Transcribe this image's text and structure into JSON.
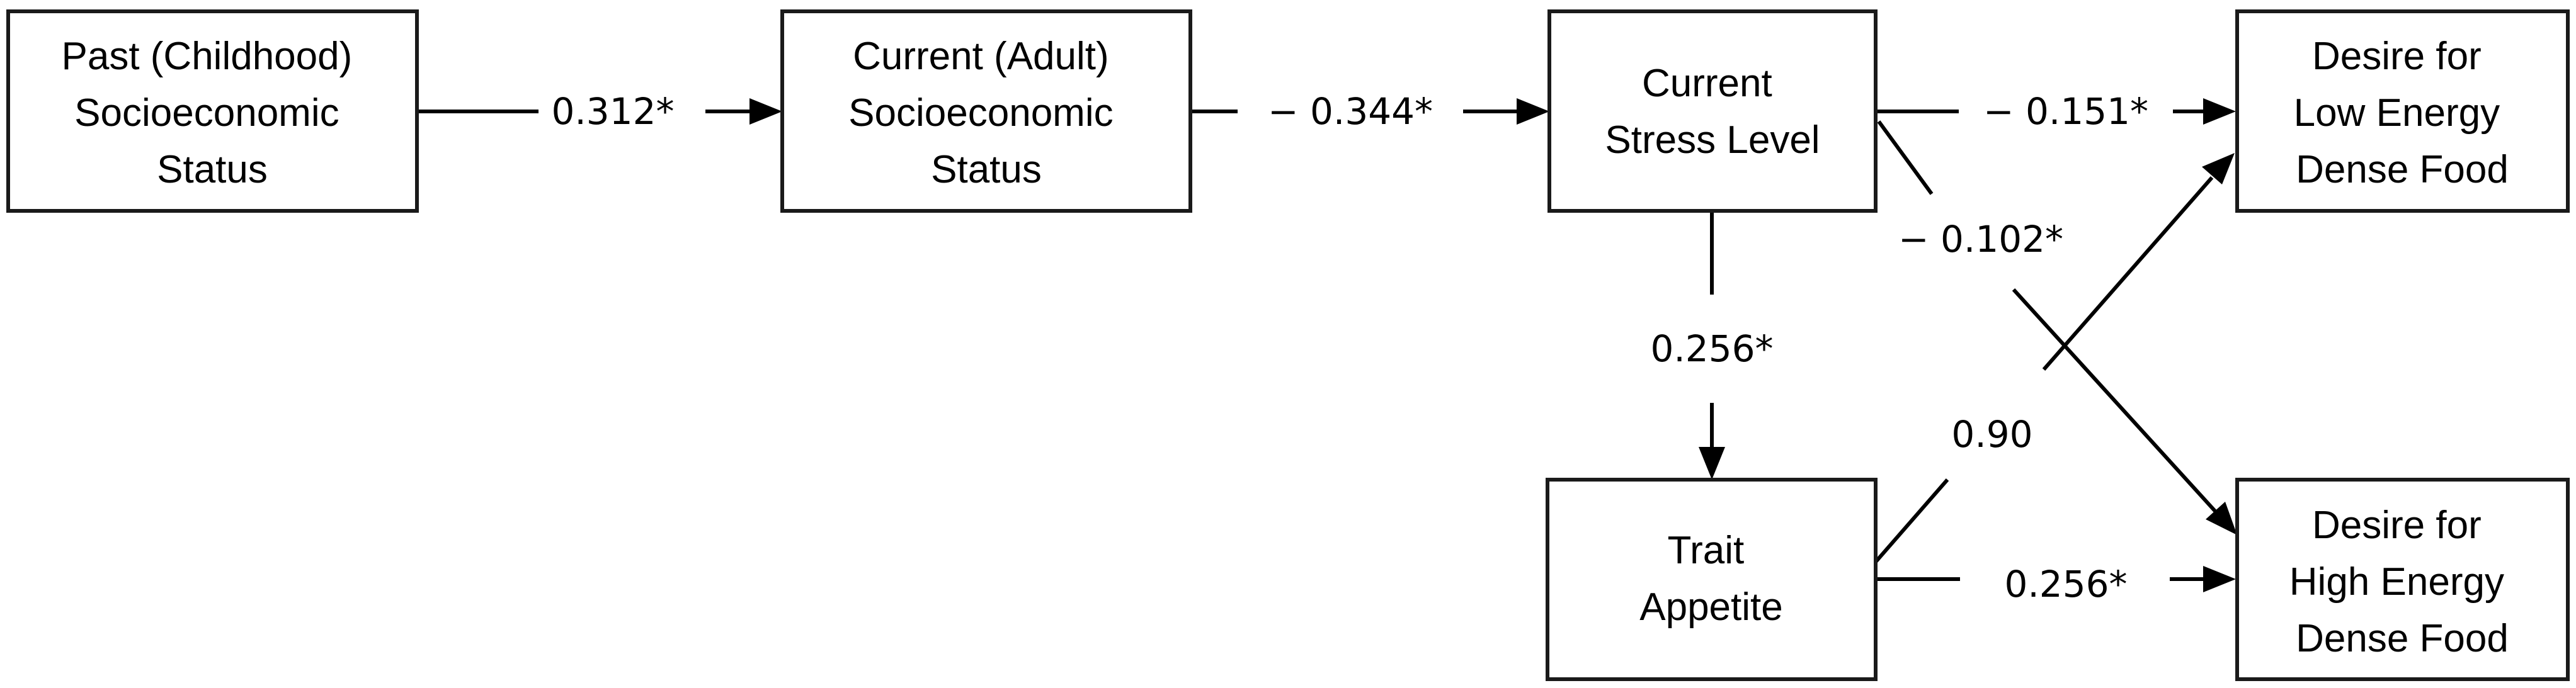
{
  "nodes": {
    "past_ses": [
      "Past (Childhood)",
      "Socioeconomic",
      "Status"
    ],
    "current_ses": [
      "Current (Adult)",
      "Socioeconomic",
      "Status"
    ],
    "stress": [
      "Current",
      "Stress Level"
    ],
    "trait_appetite": [
      "Trait",
      "Appetite"
    ],
    "low_energy": [
      "Desire for",
      "Low Energy",
      "Dense Food"
    ],
    "high_energy": [
      "Desire for",
      "High Energy",
      "Dense Food"
    ]
  },
  "edges": {
    "past_to_current": "0.312*",
    "current_to_stress": "− 0.344*",
    "stress_to_low": "− 0.151*",
    "stress_to_high": "− 0.102*",
    "stress_to_trait": "0.256*",
    "trait_to_low": "0.90",
    "trait_to_high": "0.256*"
  },
  "colors": {
    "stroke": "#1a1a1a",
    "text": "#000000",
    "background": "#ffffff"
  }
}
